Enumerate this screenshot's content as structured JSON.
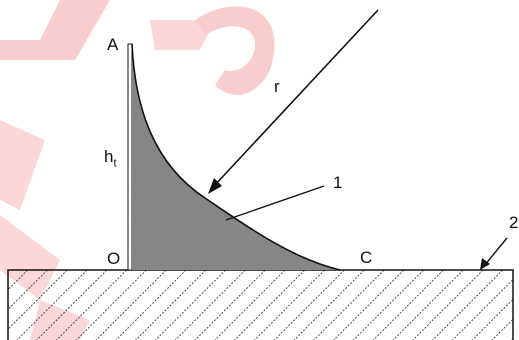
{
  "diagram": {
    "labels": {
      "point_a": "A",
      "point_o": "O",
      "point_c": "C",
      "radius": "r",
      "height_main": "h",
      "height_sub": "t",
      "part_1": "1",
      "part_2": "2"
    },
    "watermark_text": "ERG",
    "colors": {
      "line": "#111111",
      "fill_dark": "#3c3c3c",
      "fill_light": "#9a9a9a",
      "hatch": "#222222",
      "watermark": "#f7b7b7"
    }
  }
}
